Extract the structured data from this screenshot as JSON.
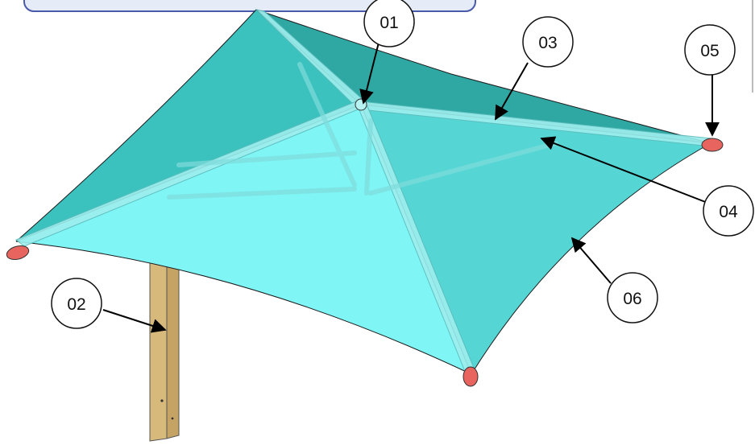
{
  "callouts": {
    "c01": "01",
    "c02": "02",
    "c03": "03",
    "c04": "04",
    "c05": "05",
    "c06": "06"
  },
  "colors": {
    "canopy_light": "#7ff5f5",
    "canopy_mid": "#55d6d4",
    "canopy_dark": "#2fa7a2",
    "frame": "#9eeeee",
    "post": "#d8b97c",
    "end_cap": "#e8645e",
    "outline": "#1a1a1a",
    "header_box": "#e6ecf7",
    "header_border": "#4a5aa8"
  }
}
